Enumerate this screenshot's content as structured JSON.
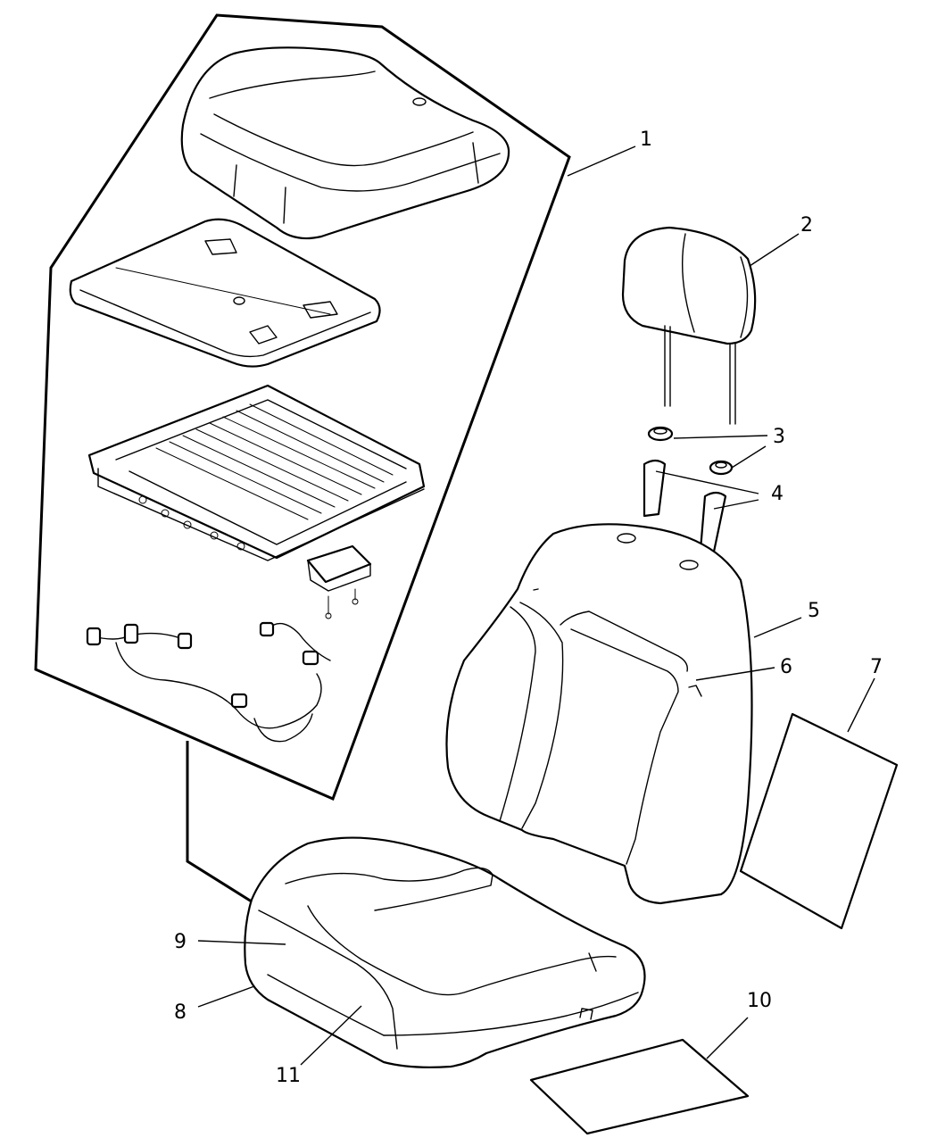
{
  "callouts": [
    {
      "id": "1",
      "part": "seat-cushion-assembly-exploded"
    },
    {
      "id": "2",
      "part": "headrest"
    },
    {
      "id": "3",
      "part": "headrest-guide-sleeves"
    },
    {
      "id": "4",
      "part": "headrest-guides"
    },
    {
      "id": "5",
      "part": "seat-back-cover"
    },
    {
      "id": "6",
      "part": "seat-back-insert"
    },
    {
      "id": "7",
      "part": "seat-back-panel"
    },
    {
      "id": "8",
      "part": "seat-cushion-foam"
    },
    {
      "id": "9",
      "part": "seat-cushion-insert"
    },
    {
      "id": "10",
      "part": "seat-cushion-pad"
    },
    {
      "id": "11",
      "part": "seat-cushion-cover"
    }
  ],
  "colors": {
    "line": "#000000",
    "background": "#ffffff"
  }
}
